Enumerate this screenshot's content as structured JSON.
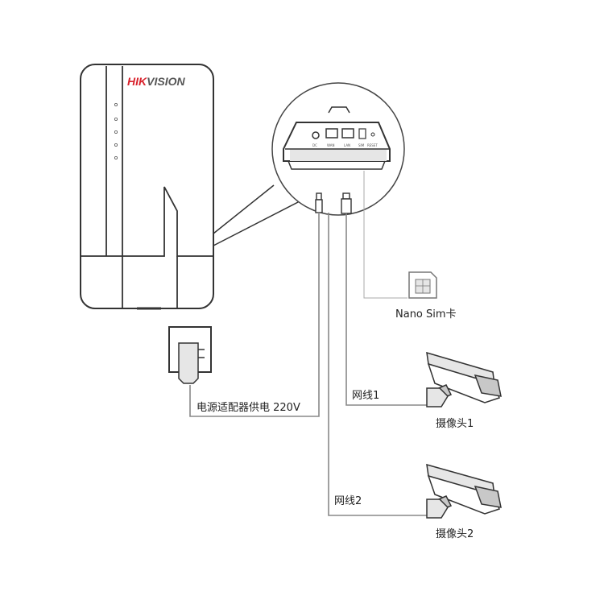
{
  "brand": {
    "name_red": "HIK",
    "name_gray": "VISION",
    "color_red": "#d9232d",
    "color_gray": "#555555"
  },
  "labels": {
    "sim": "Nano Sim卡",
    "power": "电源适配器供电 220V",
    "net1": "网线1",
    "net2": "网线2",
    "camera1": "摄像头1",
    "camera2": "摄像头2"
  },
  "ports": {
    "dc": "DC",
    "wan": "WAN",
    "lan": "LAN",
    "sim": "SIM",
    "reset": "RESET"
  },
  "colors": {
    "line": "#333333",
    "cable": "#888888",
    "fill_light": "#e6e6e6",
    "fill_mid": "#c8c8c8"
  }
}
